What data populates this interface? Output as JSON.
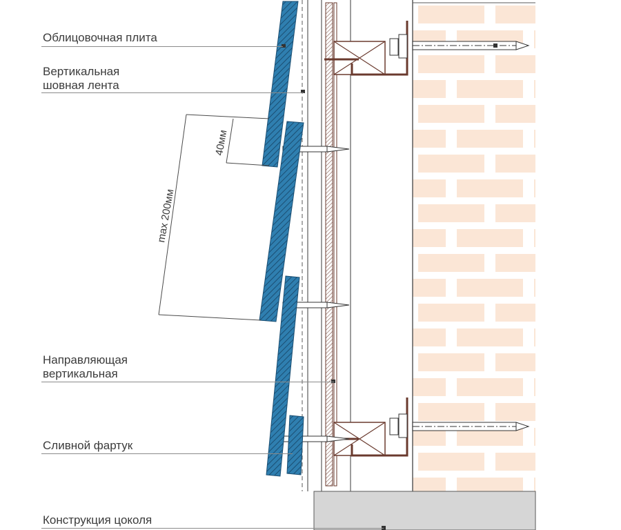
{
  "labels": {
    "facing_slab": "Облицовочная плита",
    "vertical_tape_line1": "Вертикальная",
    "vertical_tape_line2": "шовная лента",
    "guide_line1": "Направляющая",
    "guide_line2": "вертикальная",
    "drip_apron": "Сливной фартук",
    "plinth": "Конструкция цоколя"
  },
  "dimensions": {
    "overlap": "40мм",
    "max_step": "max 200мм"
  },
  "colors": {
    "panel_blue": "#2f7fb0",
    "panel_hatch": "#1b4e72",
    "brick": "#fbe6d6",
    "mortar": "#ffffff",
    "plinth": "#d6d6d6",
    "steel": "#6a3a2e"
  }
}
